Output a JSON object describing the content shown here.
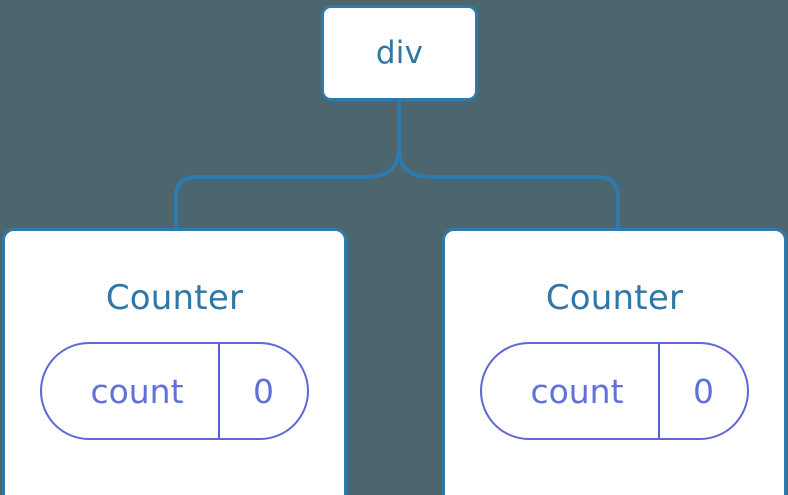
{
  "diagram": {
    "type": "component-tree",
    "background_color": "#4c6670",
    "node_border_color": "#2e7aac",
    "node_fill_color": "#ffffff",
    "node_label_color": "#2e77a6",
    "state_accent_color": "#6370da",
    "edge_color": "#2e7aac",
    "root": {
      "label": "div"
    },
    "children": [
      {
        "label": "Counter",
        "state": {
          "key": "count",
          "value": "0"
        }
      },
      {
        "label": "Counter",
        "state": {
          "key": "count",
          "value": "0"
        }
      }
    ]
  }
}
